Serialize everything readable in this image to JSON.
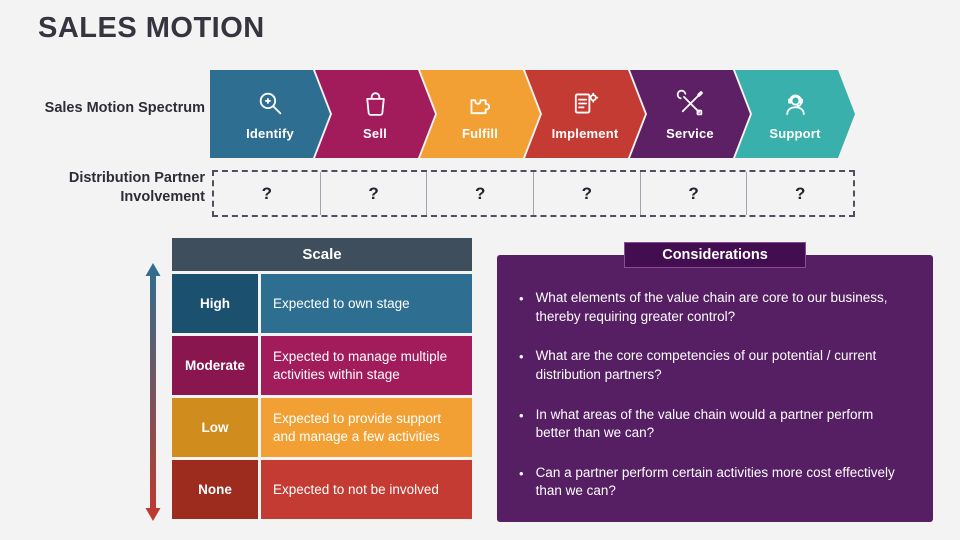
{
  "slide": {
    "title": "SALES MOTION",
    "background": "#f3f3f4"
  },
  "spectrum": {
    "label": "Sales Motion Spectrum",
    "stages": [
      {
        "label": "Identify",
        "color": "#2e6e91",
        "icon": "magnifier-icon"
      },
      {
        "label": "Sell",
        "color": "#a21c5c",
        "icon": "shopping-bag-icon"
      },
      {
        "label": "Fulfill",
        "color": "#f2a033",
        "icon": "puzzle-icon"
      },
      {
        "label": "Implement",
        "color": "#c33b33",
        "icon": "blueprint-gear-icon"
      },
      {
        "label": "Service",
        "color": "#5e2064",
        "icon": "tools-icon"
      },
      {
        "label": "Support",
        "color": "#39b0ac",
        "icon": "support-agent-icon"
      }
    ]
  },
  "involvement": {
    "label": "Distribution Partner Involvement",
    "cells": [
      "?",
      "?",
      "?",
      "?",
      "?",
      "?"
    ]
  },
  "scale": {
    "header": "Scale",
    "header_color": "#3f4e5c",
    "arrow_top_color": "#2e6e91",
    "arrow_bottom_color": "#c0392b",
    "rows": [
      {
        "level": "High",
        "description": "Expected to own stage",
        "level_color": "#1b506e",
        "desc_color": "#2e6e91"
      },
      {
        "level": "Moderate",
        "description": "Expected to manage multiple activities within stage",
        "level_color": "#8a1650",
        "desc_color": "#a21c5c"
      },
      {
        "level": "Low",
        "description": "Expected to provide support and manage a few activities",
        "level_color": "#d08c1d",
        "desc_color": "#f2a033"
      },
      {
        "level": "None",
        "description": "Expected to not be involved",
        "level_color": "#9d2c1e",
        "desc_color": "#c33b33"
      }
    ]
  },
  "considerations": {
    "header": "Considerations",
    "box_color": "#561e63",
    "header_bg": "#420e4f",
    "bullet": "•",
    "items": [
      "What elements of the value chain are core to our business, thereby requiring greater control?",
      "What are the core competencies of our potential / current distribution partners?",
      "In what areas of the value chain would a partner perform better than we can?",
      "Can a partner perform certain activities more cost effectively than we can?"
    ]
  }
}
